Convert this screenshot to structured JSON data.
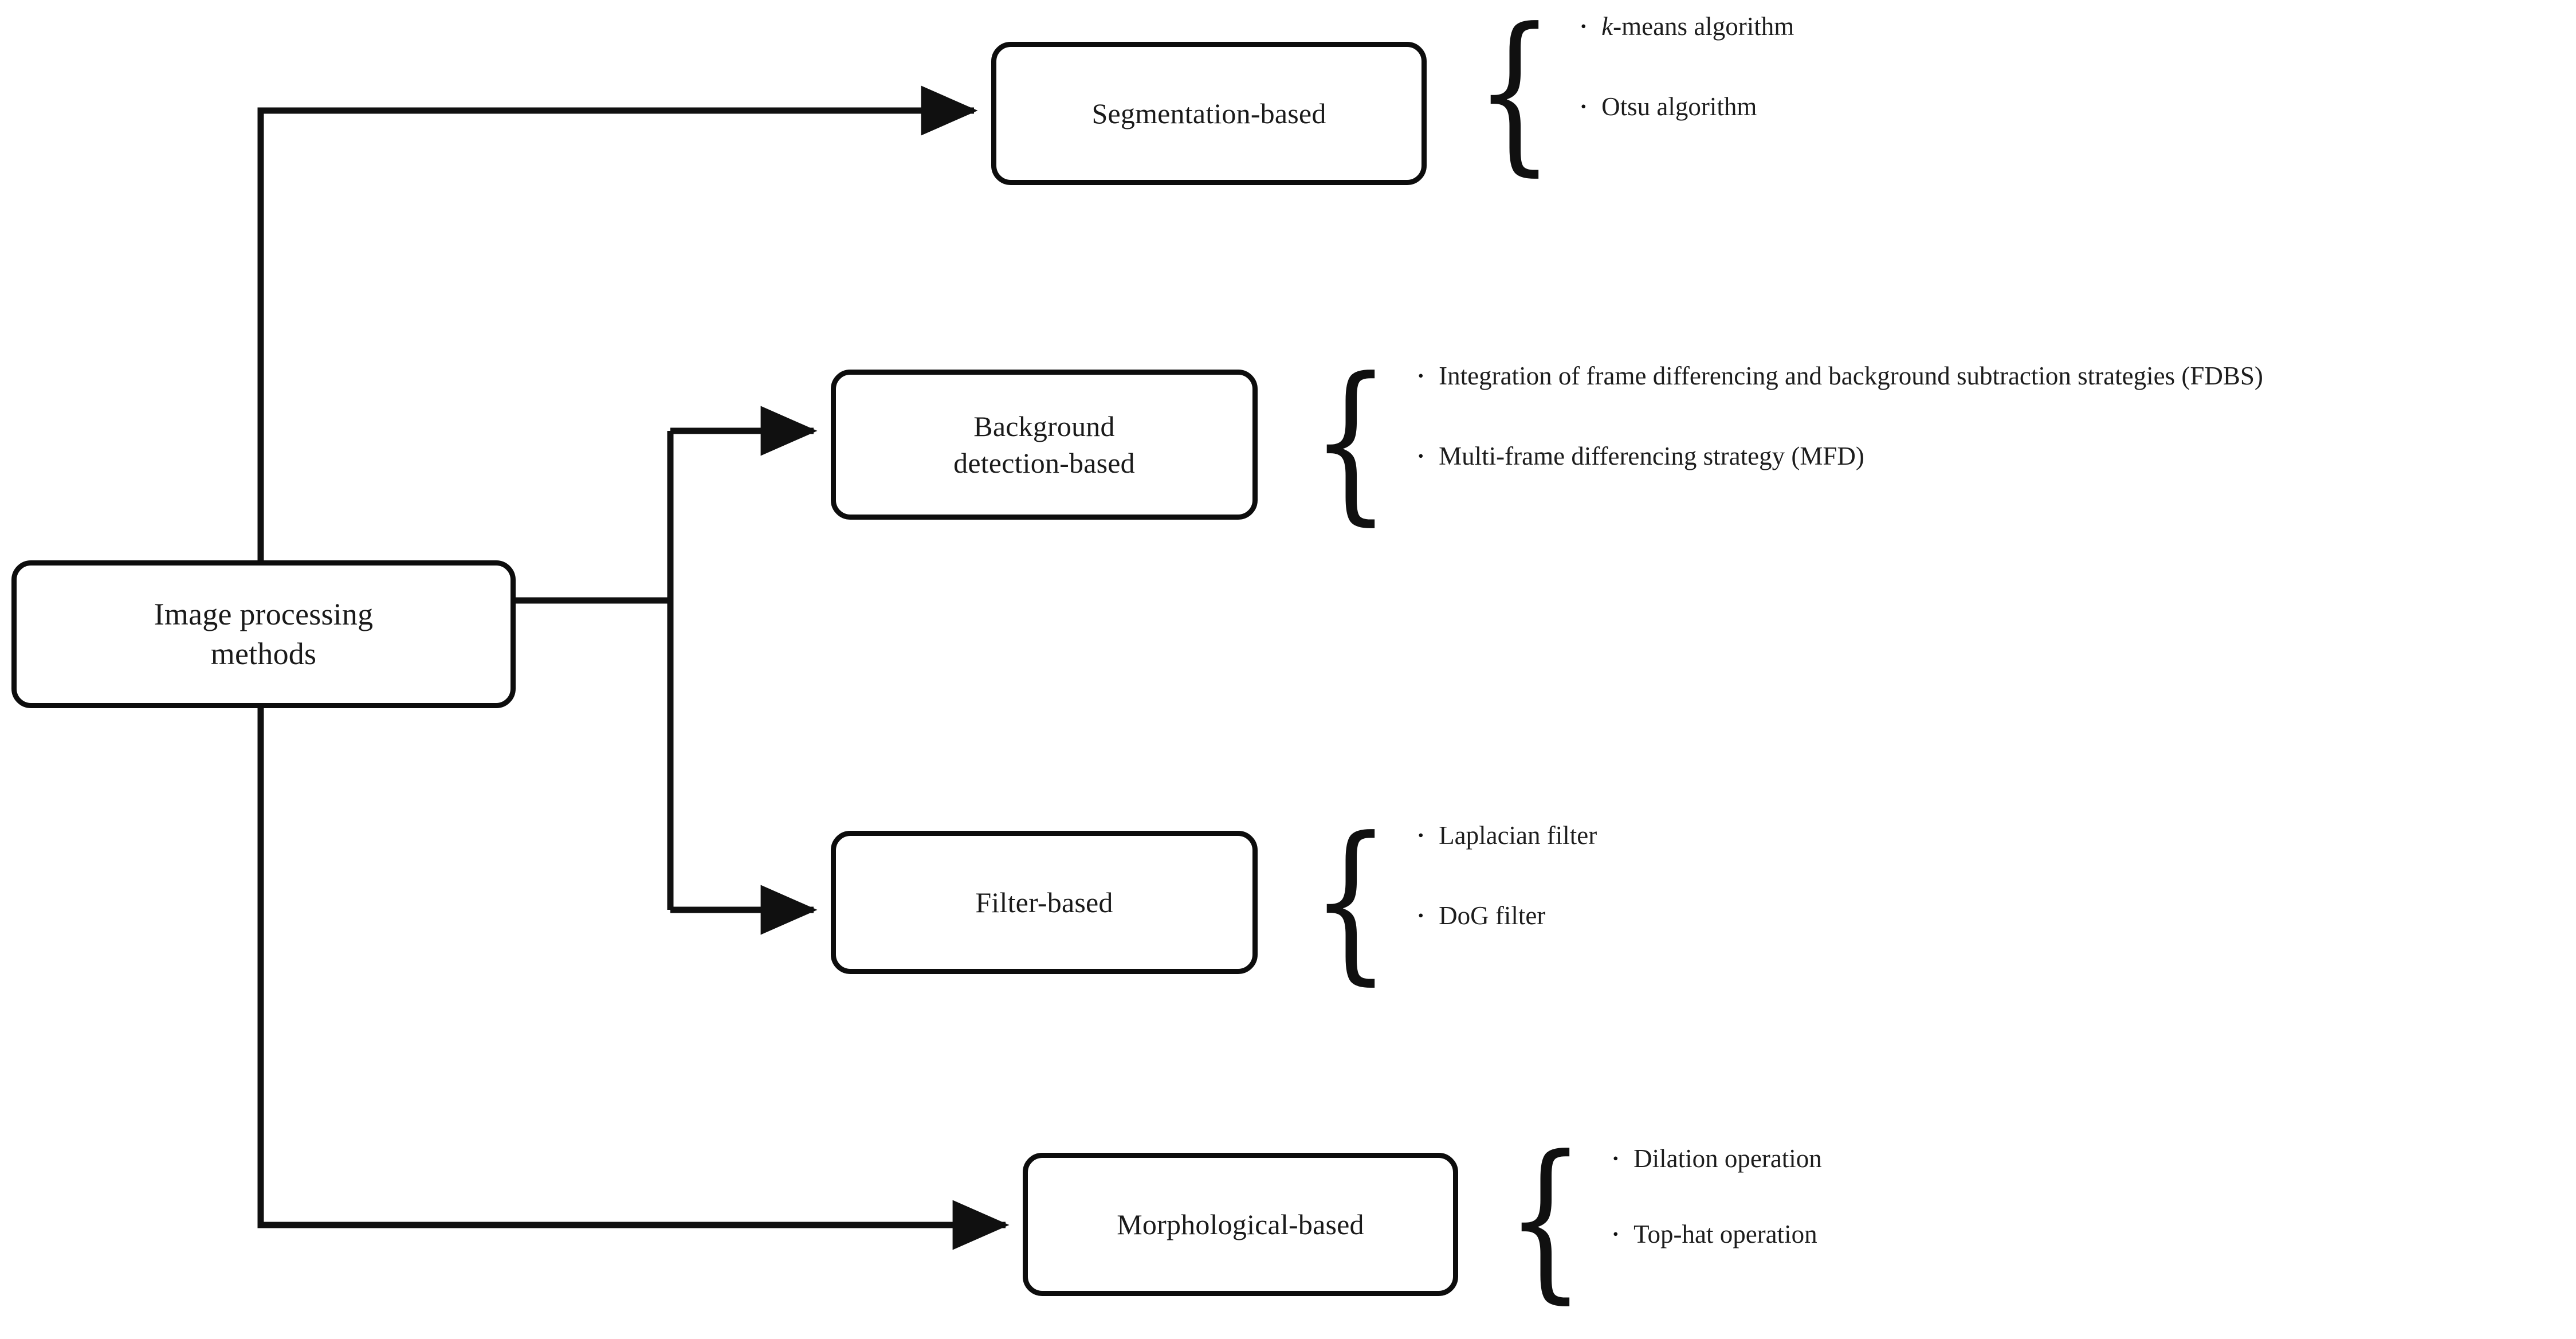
{
  "diagram": {
    "title": "Image processing methods",
    "type": "hierarchy-tree",
    "root": {
      "label": "Image processing\nmethods"
    },
    "branches": [
      {
        "id": "segmentation",
        "label": "Segmentation-based",
        "brace": "{",
        "bullet_marker": "•",
        "items": [
          {
            "prefix": "k",
            "prefix_italic": true,
            "rest": "-means algorithm"
          },
          {
            "prefix": "",
            "prefix_italic": false,
            "rest": "Otsu algorithm"
          }
        ]
      },
      {
        "id": "background",
        "label": "Background\ndetection-based",
        "brace": "{",
        "bullet_marker": "•",
        "items": [
          {
            "prefix": "",
            "prefix_italic": false,
            "rest": "Integration of frame differencing and background subtraction strategies (FDBS)"
          },
          {
            "prefix": "",
            "prefix_italic": false,
            "rest": "Multi-frame differencing strategy  (MFD)"
          }
        ]
      },
      {
        "id": "filter",
        "label": "Filter-based",
        "brace": "{",
        "bullet_marker": "•",
        "items": [
          {
            "prefix": "",
            "prefix_italic": false,
            "rest": "Laplacian filter"
          },
          {
            "prefix": "",
            "prefix_italic": false,
            "rest": "DoG filter"
          }
        ]
      },
      {
        "id": "morphological",
        "label": "Morphological-based",
        "brace": "{",
        "bullet_marker": "•",
        "items": [
          {
            "prefix": "",
            "prefix_italic": false,
            "rest": "Dilation operation"
          },
          {
            "prefix": "",
            "prefix_italic": false,
            "rest": "Top-hat operation"
          }
        ]
      }
    ],
    "colors": {
      "line": "#101010",
      "box_border": "#0d0d0d",
      "text": "#1a1a1a",
      "background": "#ffffff"
    }
  }
}
